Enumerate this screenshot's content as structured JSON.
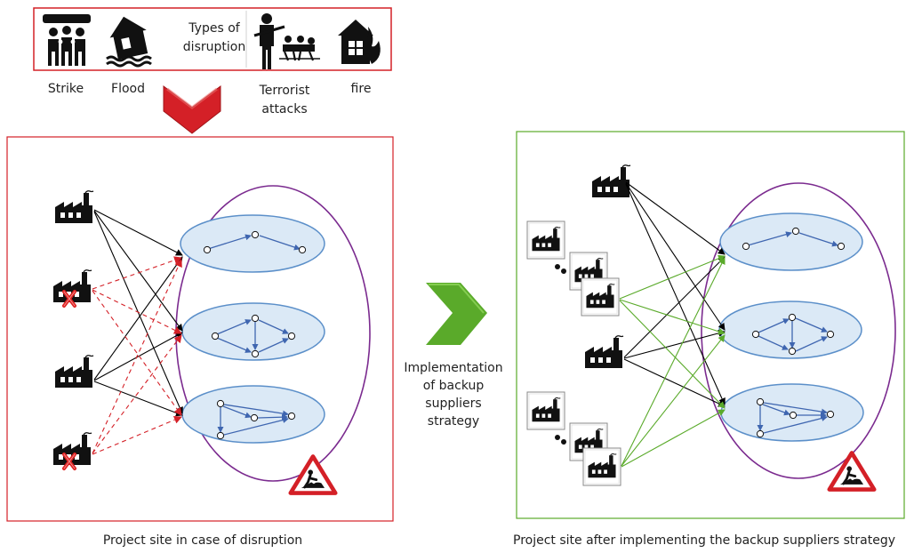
{
  "disruptions": {
    "title": "Types of\ndisruption",
    "labels": [
      "Strike",
      "Flood",
      "Terrorist\nattacks",
      "fire"
    ]
  },
  "middle": {
    "text": "Implementation\nof backup\nsuppliers\nstrategy"
  },
  "captions": {
    "left": "Project site in case of disruption",
    "right": "Project site after implementing the backup suppliers strategy"
  },
  "colors": {
    "red": "#d42027",
    "green": "#5aaa2a",
    "purple": "#7b2b8f",
    "ellipse_fill": "#dbe9f6",
    "ellipse_stroke": "#5b8fc9",
    "node_arrow": "#3f66b0"
  },
  "icons": {
    "disruption_icons": [
      "strike-icon",
      "flood-icon",
      "terrorist-icon",
      "fire-house-icon"
    ],
    "factory": "factory-icon",
    "factory_down": "factory-crossed-icon",
    "warning": "roadwork-warning-icon"
  }
}
